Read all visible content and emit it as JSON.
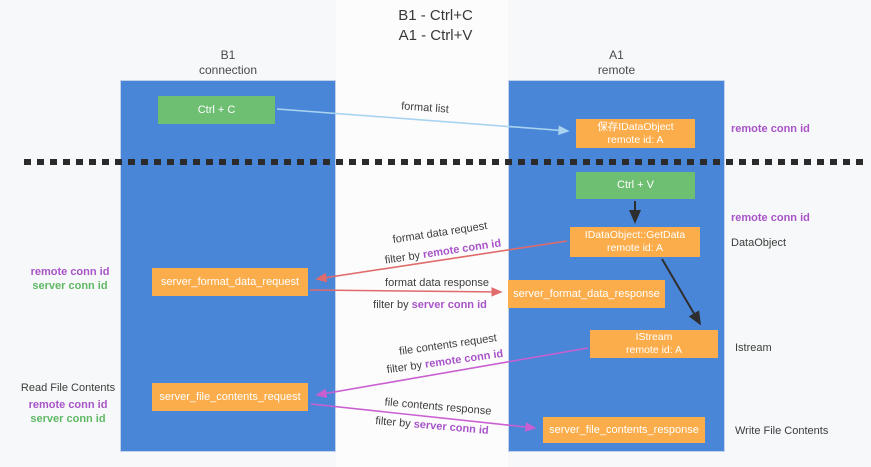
{
  "title": {
    "line1": "B1 - Ctrl+C",
    "line2": "A1 - Ctrl+V"
  },
  "columns": {
    "left": {
      "name": "B1",
      "subtitle": "connection"
    },
    "right": {
      "name": "A1",
      "subtitle": "remote"
    }
  },
  "nodes": {
    "ctrl_c": {
      "label": "Ctrl + C"
    },
    "ctrl_v": {
      "label": "Ctrl + V"
    },
    "save_dataobject": {
      "line1": "保存IDataObject",
      "line2": "remote id: A"
    },
    "getdata": {
      "line1": "IDataObject::GetData",
      "line2": "remote id: A"
    },
    "istream": {
      "line1": "IStream",
      "line2": "remote id: A"
    },
    "format_request": {
      "label": "server_format_data_request"
    },
    "format_response": {
      "label": "server_format_data_response"
    },
    "file_request": {
      "label": "server_file_contents_request"
    },
    "file_response": {
      "label": "server_file_contents_response"
    }
  },
  "arrow_labels": {
    "format_list": "format list",
    "format_data_request": "format data request",
    "format_data_request_filter_prefix": "filter by ",
    "format_data_request_filter_key": "remote conn id",
    "format_data_response": "format data response",
    "format_data_response_filter_prefix": "filter by ",
    "format_data_response_filter_key": "server conn id",
    "file_contents_request": "file contents request",
    "file_contents_request_filter_prefix": "filter by ",
    "file_contents_request_filter_key": "remote conn id",
    "file_contents_response": "file contents response",
    "file_contents_response_filter_prefix": "filter by ",
    "file_contents_response_filter_key": "server conn id"
  },
  "side_labels": {
    "remote_conn_id_top": "remote conn id",
    "remote_conn_id_mid": "remote conn id",
    "dataobject": "DataObject",
    "istream": "Istream",
    "write_file_contents": "Write File Contents",
    "read_file_contents": "Read File Contents",
    "left_remote_conn_id_1": "remote conn id",
    "left_server_conn_id_1": "server conn id",
    "left_remote_conn_id_2": "remote conn id",
    "left_server_conn_id_2": "server conn id"
  },
  "colors": {
    "column_blue": "#4a86d8",
    "box_orange": "#fbad4b",
    "box_green": "#6fbf73",
    "arrow_light_blue": "#a9d4f0",
    "arrow_red": "#e06b6b",
    "arrow_magenta": "#c95fd0",
    "arrow_black": "#2e2e2e",
    "text_purple": "#a854c8",
    "text_green": "#5fb864",
    "dashed_divider": "#2b2b2b"
  }
}
